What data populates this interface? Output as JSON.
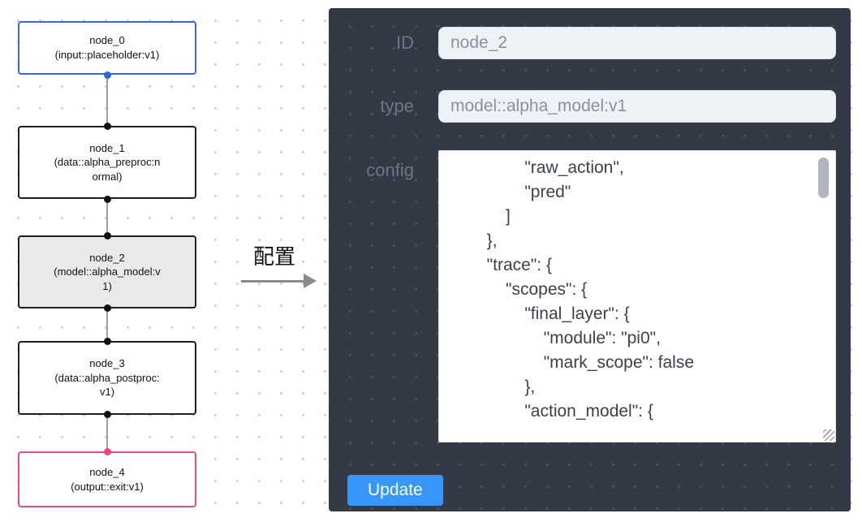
{
  "flow": {
    "nodes": [
      {
        "name": "node_0",
        "type_label": "(input::placeholder:v1)"
      },
      {
        "name": "node_1",
        "type_label": "(data::alpha_preproc:normal)"
      },
      {
        "name": "node_2",
        "type_label": "(model::alpha_model:v1)"
      },
      {
        "name": "node_3",
        "type_label": "(data::alpha_postproc:v1)"
      },
      {
        "name": "node_4",
        "type_label": "(output::exit:v1)"
      }
    ],
    "selected_node": "node_2"
  },
  "transition": {
    "label": "配置"
  },
  "panel": {
    "id_label": "ID",
    "id_value": "node_2",
    "type_label": "type",
    "type_value": "model::alpha_model:v1",
    "config_label": "config",
    "config_value": "                \"raw_action\",\n                \"pred\"\n            ]\n        },\n        \"trace\": {\n            \"scopes\": {\n                \"final_layer\": {\n                    \"module\": \"pi0\",\n                    \"mark_scope\": false\n                },\n                \"action_model\": {",
    "update_label": "Update"
  },
  "colors": {
    "accent_blue": "#3796f8",
    "panel_bg": "#333a46",
    "node_input_border": "#3a67d4",
    "node_output_border": "#e84b86",
    "selected_node_bg": "#e9e9e9",
    "port_blue": "#2b66dd",
    "port_pink": "#e8447e"
  }
}
